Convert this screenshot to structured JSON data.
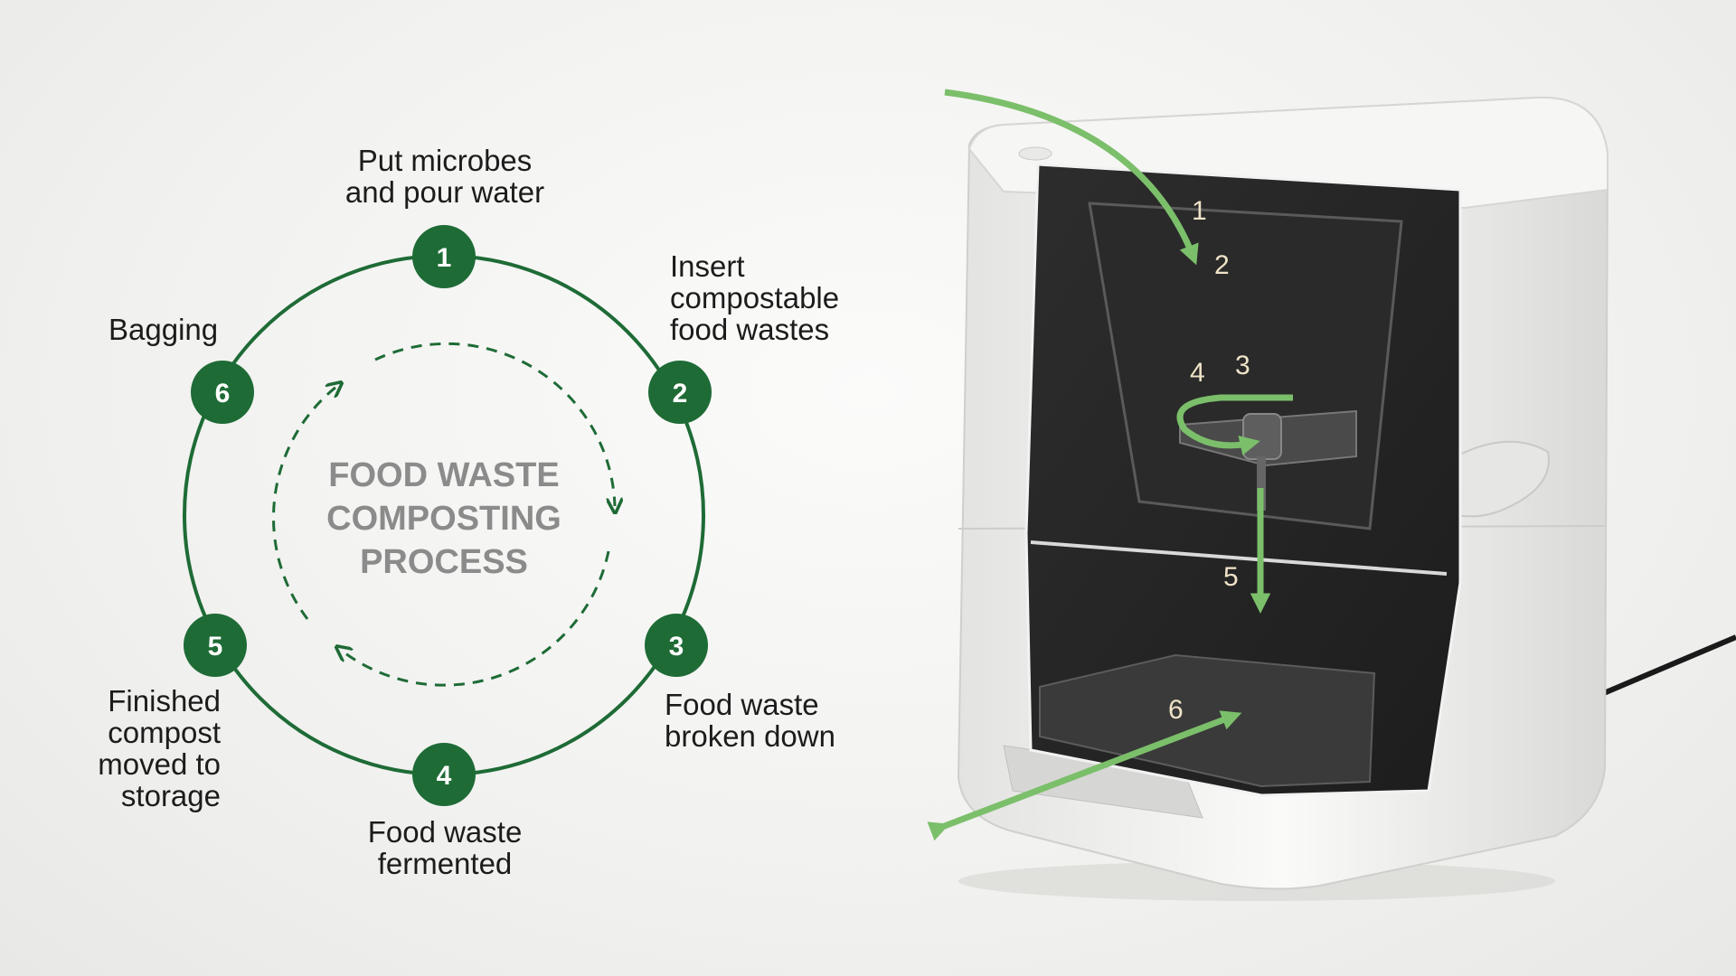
{
  "cycle": {
    "title_lines": [
      "FOOD WASTE",
      "COMPOSTING",
      "PROCESS"
    ],
    "steps": [
      {
        "number": "1",
        "label_lines": [
          "Put microbes",
          "and pour water"
        ]
      },
      {
        "number": "2",
        "label_lines": [
          "Insert",
          "compostable",
          "food wastes"
        ]
      },
      {
        "number": "3",
        "label_lines": [
          "Food waste",
          "broken down"
        ]
      },
      {
        "number": "4",
        "label_lines": [
          "Food waste",
          "fermented"
        ]
      },
      {
        "number": "5",
        "label_lines": [
          "Finished",
          "compost",
          "moved to",
          "storage"
        ]
      },
      {
        "number": "6",
        "label_lines": [
          "Bagging"
        ]
      }
    ]
  },
  "device": {
    "markers": [
      "1",
      "2",
      "4",
      "3",
      "5",
      "6"
    ]
  },
  "colors": {
    "cycle_green": "#1e6b36",
    "arrow_green": "#7bbf6a",
    "center_text": "#8b8b8b"
  }
}
